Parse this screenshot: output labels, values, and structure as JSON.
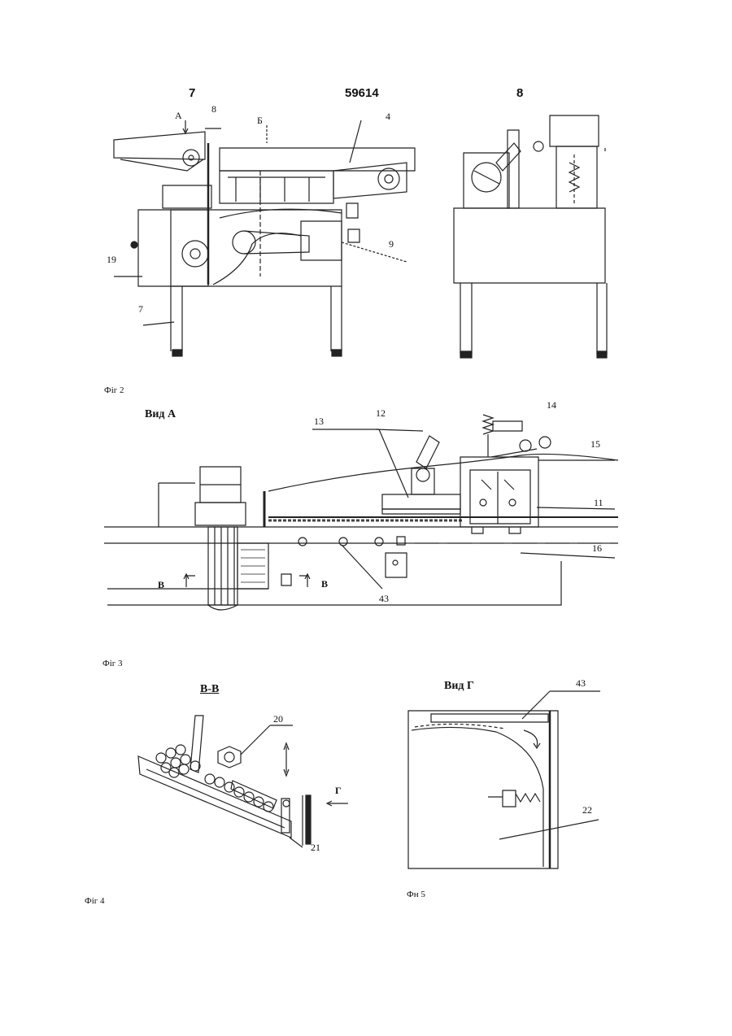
{
  "header": {
    "page_left": "7",
    "doc_number": "59614",
    "page_right": "8"
  },
  "fig2": {
    "caption": "Фіг 2",
    "section_a": "А",
    "section_b": "Б",
    "labels": {
      "l8": "8",
      "l4": "4",
      "l9": "9",
      "l19": "19",
      "l7": "7"
    }
  },
  "fig3": {
    "title": "Вид А",
    "caption": "Фіг 3",
    "labels": {
      "l13": "13",
      "l12": "12",
      "l14": "14",
      "l15": "15",
      "l11": "11",
      "l16": "16",
      "l43": "43"
    },
    "section_left": "В",
    "section_right": "В"
  },
  "fig4": {
    "title": "В-В",
    "caption": "Фіг 4",
    "labels": {
      "l20": "20",
      "l21": "21"
    },
    "view_arrow": "Г"
  },
  "fig5": {
    "title": "Вид Г",
    "caption": "Фн 5",
    "labels": {
      "l43": "43",
      "l22": "22"
    }
  }
}
